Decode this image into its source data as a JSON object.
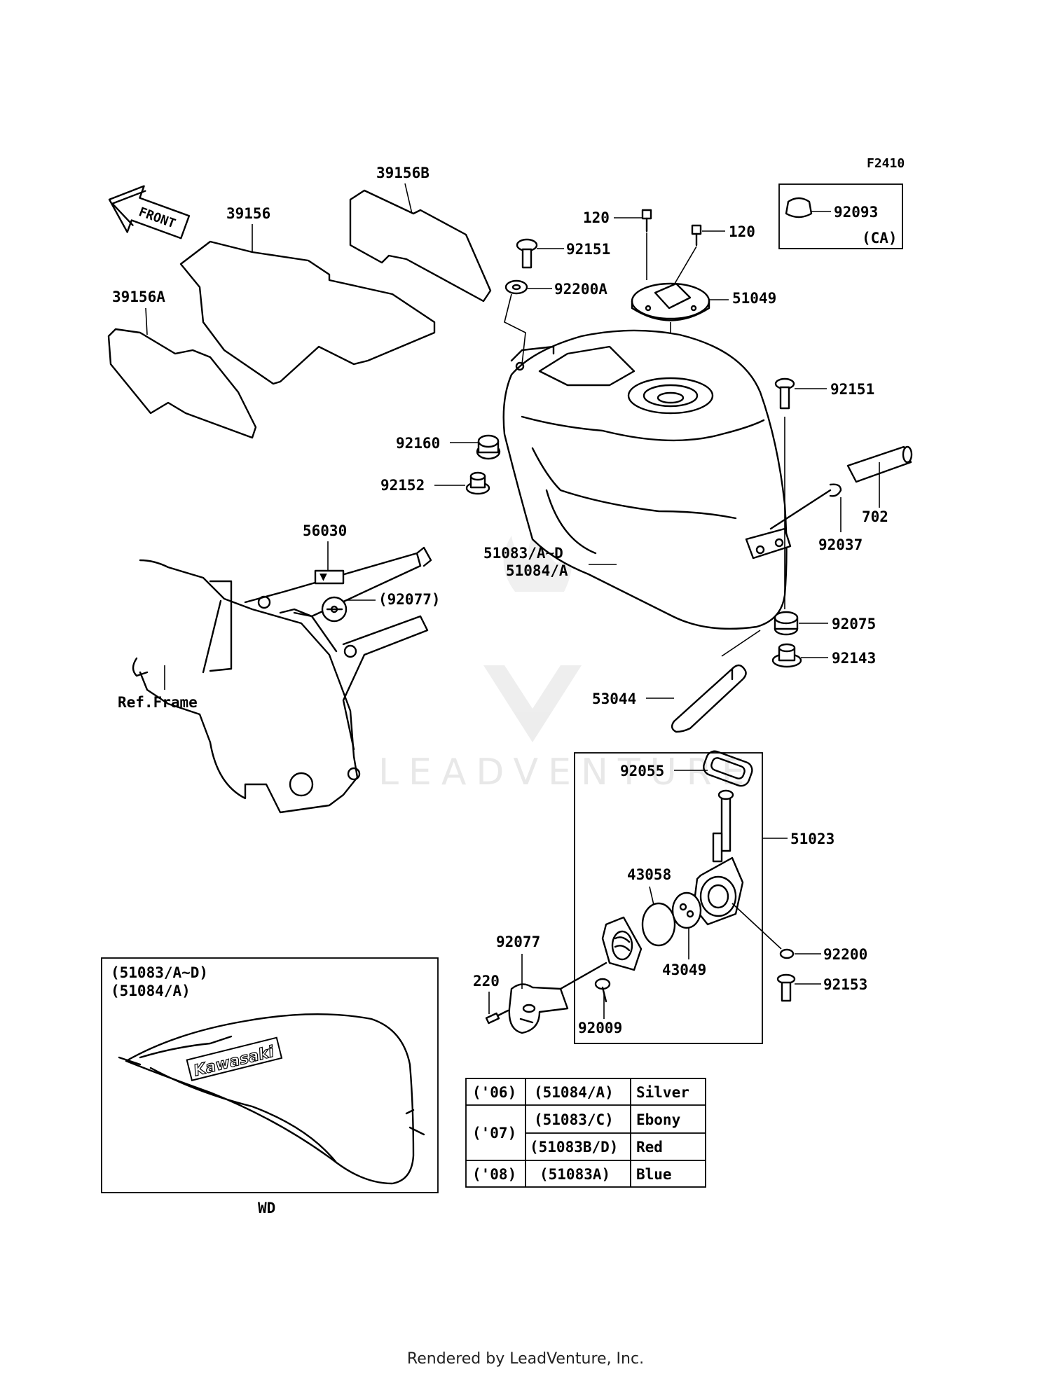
{
  "diagram": {
    "figure_code": "F2410",
    "front_arrow": "FRONT",
    "ref_frame": "Ref.Frame",
    "callouts": {
      "p39156B": "39156B",
      "p39156": "39156",
      "p39156A": "39156A",
      "p120a": "120",
      "p120b": "120",
      "p92151a": "92151",
      "p92200A": "92200A",
      "p51049": "51049",
      "p92093": "92093",
      "pCA": "(CA)",
      "p92151b": "92151",
      "p92160": "92160",
      "p92152": "92152",
      "p702": "702",
      "p92037": "92037",
      "p56030": "56030",
      "p92077a": "(92077)",
      "p51083": "51083/A~D",
      "p51084": "51084/A",
      "p92075": "92075",
      "p92143": "92143",
      "p53044": "53044",
      "p92055": "92055",
      "p51023": "51023",
      "p43058": "43058",
      "p43049": "43049",
      "p92077b": "92077",
      "p220": "220",
      "p92200": "92200",
      "p92153": "92153",
      "p92009": "92009"
    },
    "inset": {
      "line1": "(51083/A~D)",
      "line2": "(51084/A)",
      "logo": "Kawasaki",
      "caption": "WD"
    },
    "table": {
      "rows": [
        {
          "year": "('06)",
          "part": "(51084/A)",
          "color": "Silver"
        },
        {
          "year": "('07)",
          "part": "(51083/C)",
          "color": "Ebony"
        },
        {
          "year": "",
          "part": "(51083B/D)",
          "color": "Red"
        },
        {
          "year": "('08)",
          "part": "(51083A)",
          "color": "Blue"
        }
      ]
    },
    "watermark": "LEADVENTURE",
    "footer": "Rendered by LeadVenture, Inc."
  }
}
